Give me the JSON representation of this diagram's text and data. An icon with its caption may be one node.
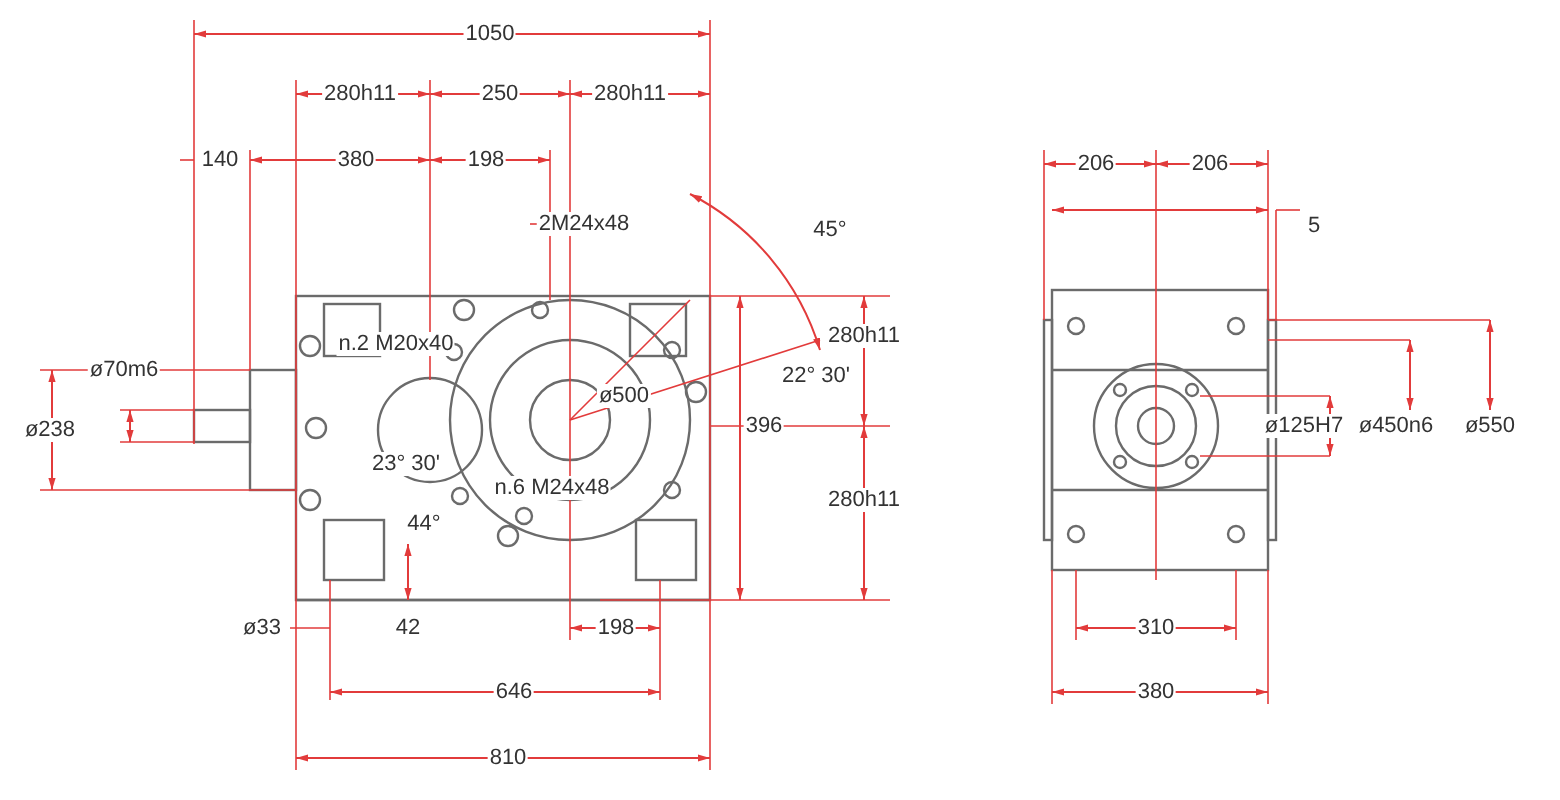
{
  "diagram": {
    "labels": [
      "1050",
      "280h11",
      "250",
      "280h11",
      "140",
      "380",
      "198",
      "2M24x48",
      "45°",
      "n.2 M20x40",
      "ø70m6",
      "ø500",
      "22° 30'",
      "280h11",
      "ø238",
      "396",
      "23° 30'",
      "n.6 M24x48",
      "280h11",
      "44°",
      "ø33",
      "42",
      "198",
      "646",
      "810",
      "206",
      "206",
      "5",
      "ø125H7",
      "ø450n6",
      "ø550",
      "310",
      "380"
    ]
  }
}
